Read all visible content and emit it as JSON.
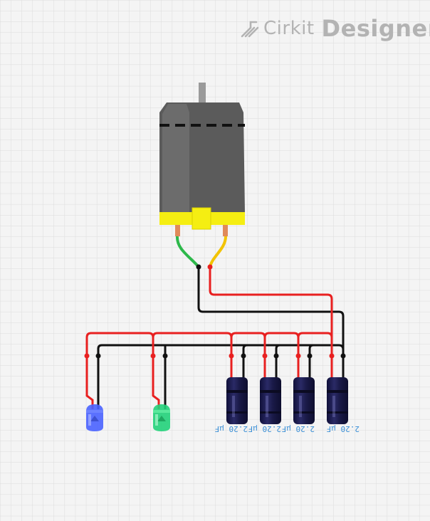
{
  "brand": {
    "name_part1": "Cirkit",
    "name_part2": "Designer",
    "logo_icon": "cirkit-logo-icon"
  },
  "colors": {
    "grid_line": "#dcdcdc",
    "background": "#f4f4f4",
    "wire_positive": "#e82020",
    "wire_negative": "#111111",
    "motor_lead_a": "#2db84a",
    "motor_lead_b": "#f2c300",
    "motor_body": "#5b5b5b",
    "motor_band": "#f5ee12",
    "capacitor_body": "#1c1c4a",
    "led_blue": "#4a63ff",
    "led_green": "#22d27a",
    "capacitor_label": "#3a8fd6"
  },
  "components": {
    "motor": {
      "type": "dc-motor"
    },
    "leds": [
      {
        "type": "led",
        "color": "blue"
      },
      {
        "type": "led",
        "color": "green"
      }
    ],
    "capacitors": [
      {
        "type": "electrolytic-capacitor",
        "label": "2.20 µF"
      },
      {
        "type": "electrolytic-capacitor",
        "label": "2.20 µF"
      },
      {
        "type": "electrolytic-capacitor",
        "label": "2.20 µF"
      },
      {
        "type": "electrolytic-capacitor",
        "label": "2.20 µF"
      }
    ]
  }
}
